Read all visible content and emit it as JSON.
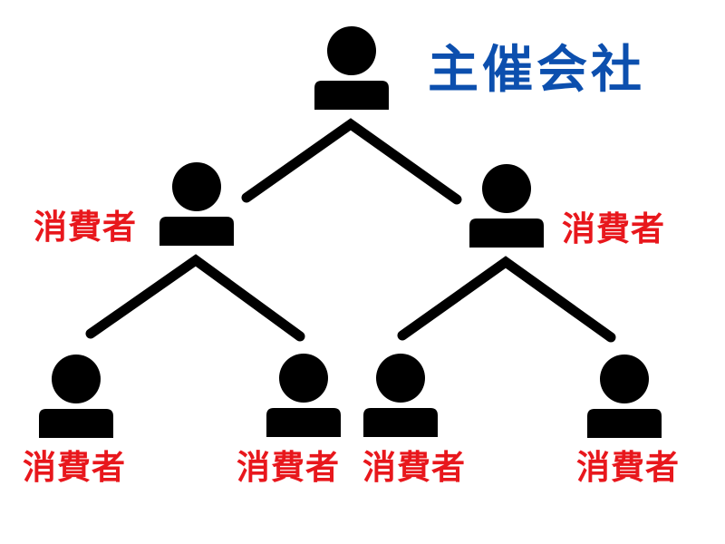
{
  "colors": {
    "figure": "#000000",
    "organizer_text": "#0c4fae",
    "consumer_text": "#e8171c",
    "background": "#ffffff"
  },
  "organizer": {
    "label": "主催会社",
    "icon": "person-icon"
  },
  "consumers": [
    {
      "id": "level1-left",
      "label": "消費者",
      "icon": "person-icon"
    },
    {
      "id": "level1-right",
      "label": "消費者",
      "icon": "person-icon"
    },
    {
      "id": "level2-1",
      "label": "消費者",
      "icon": "person-icon"
    },
    {
      "id": "level2-2",
      "label": "消費者",
      "icon": "person-icon"
    },
    {
      "id": "level2-3",
      "label": "消費者",
      "icon": "person-icon"
    },
    {
      "id": "level2-4",
      "label": "消費者",
      "icon": "person-icon"
    }
  ],
  "structure": {
    "type": "tree",
    "root": "organizer",
    "edges": [
      [
        "organizer",
        "level1-left"
      ],
      [
        "organizer",
        "level1-right"
      ],
      [
        "level1-left",
        "level2-1"
      ],
      [
        "level1-left",
        "level2-2"
      ],
      [
        "level1-right",
        "level2-3"
      ],
      [
        "level1-right",
        "level2-4"
      ]
    ]
  }
}
